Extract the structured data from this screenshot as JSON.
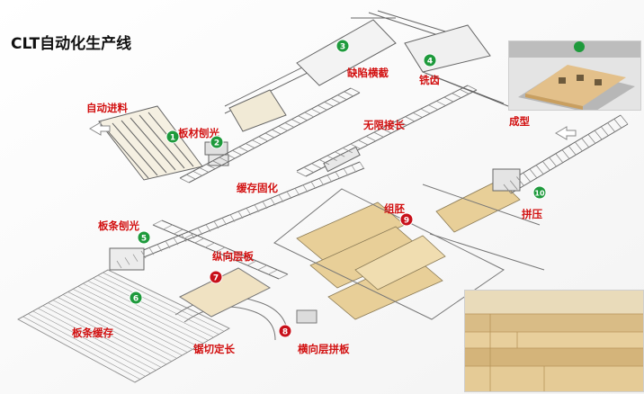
{
  "title": "CLT自动化生产线",
  "colors": {
    "label": "#d21010",
    "badge_green": "#1e9a3c",
    "badge_red": "#c8101a",
    "wood": "#e8cf98",
    "machine": "#9a9a9a"
  },
  "steps": [
    {
      "num": "1",
      "label": "板材刨光",
      "badge": "green"
    },
    {
      "num": "2",
      "label": "",
      "badge": "green"
    },
    {
      "num": "3",
      "label": "缺陷横截",
      "badge": "green"
    },
    {
      "num": "4",
      "label": "铣齿",
      "badge": "green"
    },
    {
      "num": "5",
      "label": "板条刨光",
      "badge": "green"
    },
    {
      "num": "6",
      "label": "板条缓存",
      "badge": "green"
    },
    {
      "num": "7",
      "label": "纵向层板",
      "badge": "red"
    },
    {
      "num": "8",
      "label": "横向层拼板",
      "badge": "red"
    },
    {
      "num": "9",
      "label": "组胚",
      "badge": "red"
    },
    {
      "num": "10",
      "label": "拼压",
      "badge": "green"
    }
  ],
  "other_labels": {
    "auto_feed": "自动进料",
    "unlimited_joint": "无限接长",
    "buffer_cure": "缓存固化",
    "saw_length": "锯切定长",
    "forming": "成型"
  }
}
